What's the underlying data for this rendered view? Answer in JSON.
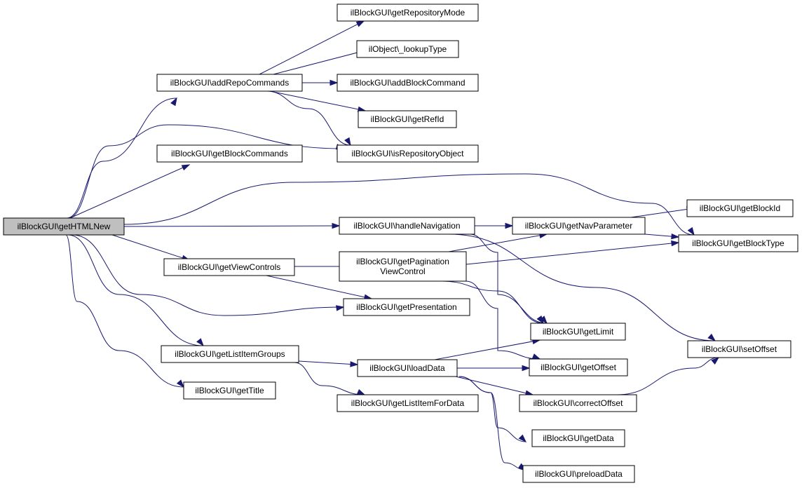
{
  "colors": {
    "edge": "#191970",
    "node_fill": "#ffffff",
    "root_fill": "#bfbfbf",
    "border": "#000000"
  },
  "nodes": {
    "getHTMLNew": {
      "label": [
        "ilBlockGUI\\getHTMLNew"
      ],
      "root": true
    },
    "addRepoCommands": {
      "label": [
        "ilBlockGUI\\addRepoCommands"
      ]
    },
    "getBlockCommands": {
      "label": [
        "ilBlockGUI\\getBlockCommands"
      ]
    },
    "getViewControls": {
      "label": [
        "ilBlockGUI\\getViewControls"
      ]
    },
    "getListItemGroups": {
      "label": [
        "ilBlockGUI\\getListItemGroups"
      ]
    },
    "getTitle": {
      "label": [
        "ilBlockGUI\\getTitle"
      ]
    },
    "getRepositoryMode": {
      "label": [
        "ilBlockGUI\\getRepositoryMode"
      ]
    },
    "lookupType": {
      "label": [
        "ilObject\\_lookupType"
      ]
    },
    "addBlockCommand": {
      "label": [
        "ilBlockGUI\\addBlockCommand"
      ]
    },
    "getRefId": {
      "label": [
        "ilBlockGUI\\getRefId"
      ]
    },
    "isRepositoryObject": {
      "label": [
        "ilBlockGUI\\isRepositoryObject"
      ]
    },
    "handleNavigation": {
      "label": [
        "ilBlockGUI\\handleNavigation"
      ]
    },
    "getPaginationViewControl": {
      "label": [
        "ilBlockGUI\\getPagination",
        "ViewControl"
      ]
    },
    "getPresentation": {
      "label": [
        "ilBlockGUI\\getPresentation"
      ]
    },
    "loadData": {
      "label": [
        "ilBlockGUI\\loadData"
      ]
    },
    "getListItemForData": {
      "label": [
        "ilBlockGUI\\getListItemForData"
      ]
    },
    "getNavParameter": {
      "label": [
        "ilBlockGUI\\getNavParameter"
      ]
    },
    "getLimit": {
      "label": [
        "ilBlockGUI\\getLimit"
      ]
    },
    "getOffset": {
      "label": [
        "ilBlockGUI\\getOffset"
      ]
    },
    "correctOffset": {
      "label": [
        "ilBlockGUI\\correctOffset"
      ]
    },
    "getData": {
      "label": [
        "ilBlockGUI\\getData"
      ]
    },
    "preloadData": {
      "label": [
        "ilBlockGUI\\preloadData"
      ]
    },
    "getBlockId": {
      "label": [
        "ilBlockGUI\\getBlockId"
      ]
    },
    "getBlockType": {
      "label": [
        "ilBlockGUI\\getBlockType"
      ]
    },
    "setOffset": {
      "label": [
        "ilBlockGUI\\setOffset"
      ]
    }
  },
  "edges": [
    [
      "getHTMLNew",
      "addRepoCommands"
    ],
    [
      "getHTMLNew",
      "isRepositoryObject"
    ],
    [
      "getHTMLNew",
      "getBlockCommands"
    ],
    [
      "getHTMLNew",
      "getBlockType"
    ],
    [
      "getHTMLNew",
      "handleNavigation"
    ],
    [
      "getHTMLNew",
      "getViewControls"
    ],
    [
      "getHTMLNew",
      "getPresentation"
    ],
    [
      "getHTMLNew",
      "getListItemGroups"
    ],
    [
      "getHTMLNew",
      "getTitle"
    ],
    [
      "addRepoCommands",
      "getRepositoryMode"
    ],
    [
      "addRepoCommands",
      "lookupType"
    ],
    [
      "addRepoCommands",
      "addBlockCommand"
    ],
    [
      "addRepoCommands",
      "getRefId"
    ],
    [
      "addRepoCommands",
      "isRepositoryObject"
    ],
    [
      "handleNavigation",
      "getNavParameter"
    ],
    [
      "handleNavigation",
      "getLimit"
    ],
    [
      "handleNavigation",
      "setOffset"
    ],
    [
      "getViewControls",
      "getPaginationViewControl"
    ],
    [
      "getViewControls",
      "getPresentation"
    ],
    [
      "getPaginationViewControl",
      "getNavParameter"
    ],
    [
      "getPaginationViewControl",
      "getBlockType"
    ],
    [
      "getPaginationViewControl",
      "getLimit"
    ],
    [
      "getPaginationViewControl",
      "getOffset"
    ],
    [
      "getListItemGroups",
      "loadData"
    ],
    [
      "getListItemGroups",
      "getListItemForData"
    ],
    [
      "loadData",
      "getLimit"
    ],
    [
      "loadData",
      "getOffset"
    ],
    [
      "loadData",
      "correctOffset"
    ],
    [
      "loadData",
      "getData"
    ],
    [
      "loadData",
      "preloadData"
    ],
    [
      "getNavParameter",
      "getBlockId"
    ],
    [
      "getNavParameter",
      "getBlockType"
    ],
    [
      "correctOffset",
      "setOffset"
    ]
  ]
}
